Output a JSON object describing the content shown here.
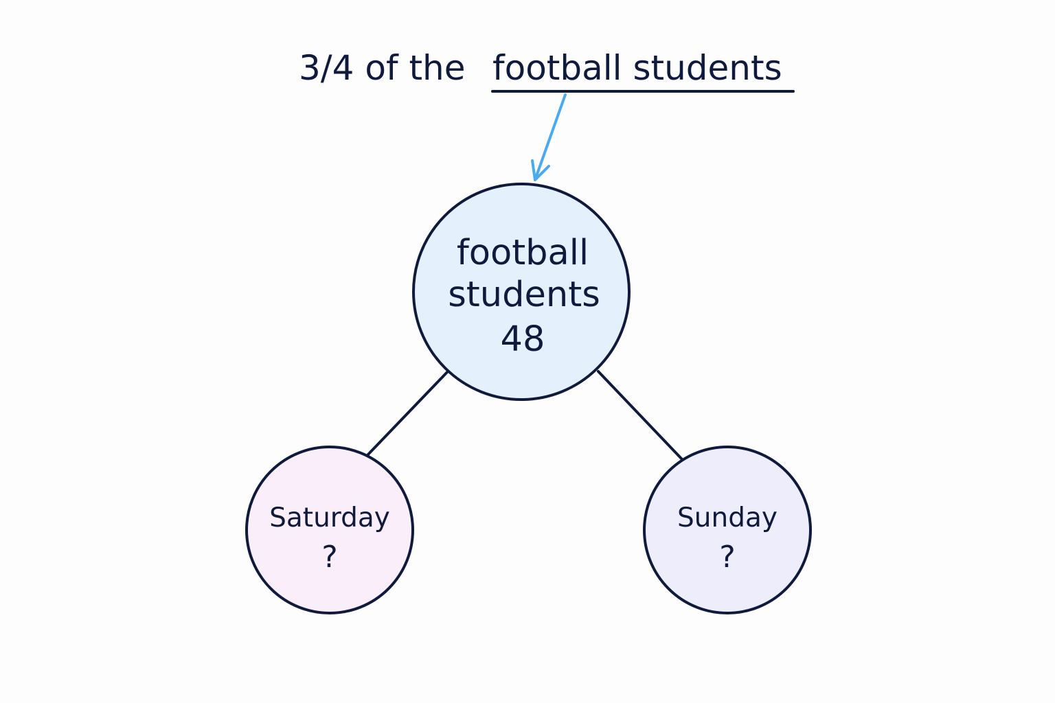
{
  "title": {
    "prefix": "3/4 of the",
    "highlight": "football students"
  },
  "root": {
    "line1": "football",
    "line2": "students",
    "value": "48"
  },
  "leaves": [
    {
      "label": "Saturday",
      "value": "?"
    },
    {
      "label": "Sunday",
      "value": "?"
    }
  ],
  "colors": {
    "ink": "#0f1a3c",
    "arrow": "#4aaaf0",
    "root_fill": "#e4f1fd",
    "saturday_fill": "#f9eefa",
    "sunday_fill": "#eeedfb"
  }
}
